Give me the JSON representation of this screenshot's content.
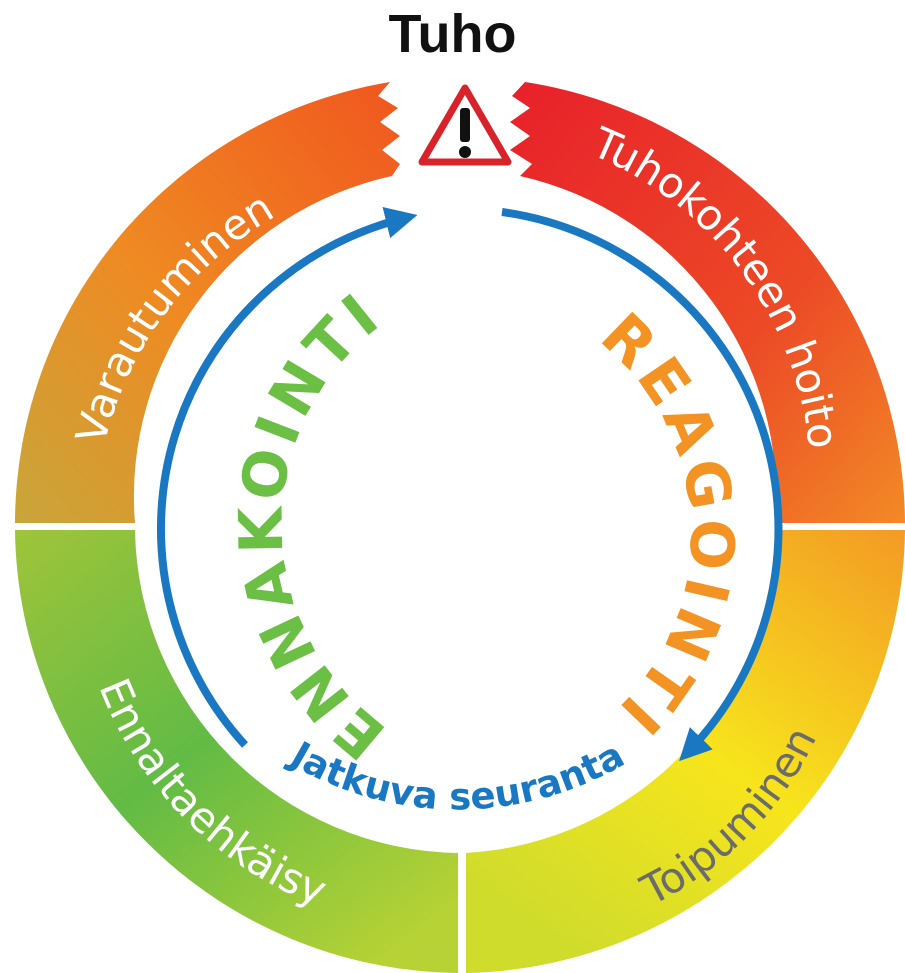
{
  "title": "Tuho",
  "ring_segments": {
    "top_left": "Varautuminen",
    "top_right": "Tuhokohteen hoito",
    "bottom_right": "Toipuminen",
    "bottom_left": "Ennaltaehkäisy"
  },
  "halves": {
    "left": "ENNAKOINTI",
    "right": "REAGOINTI"
  },
  "center_label": "Jatkuva seuranta",
  "icons": {
    "warning": "warning-triangle-icon"
  },
  "colors": {
    "red": "#e6262b",
    "orange": "#f08a24",
    "yellow": "#f7ea1a",
    "green": "#69bf45",
    "blue": "#1a78c2",
    "ennakointi": "#6cbf45",
    "reagointi": "#f39324"
  }
}
